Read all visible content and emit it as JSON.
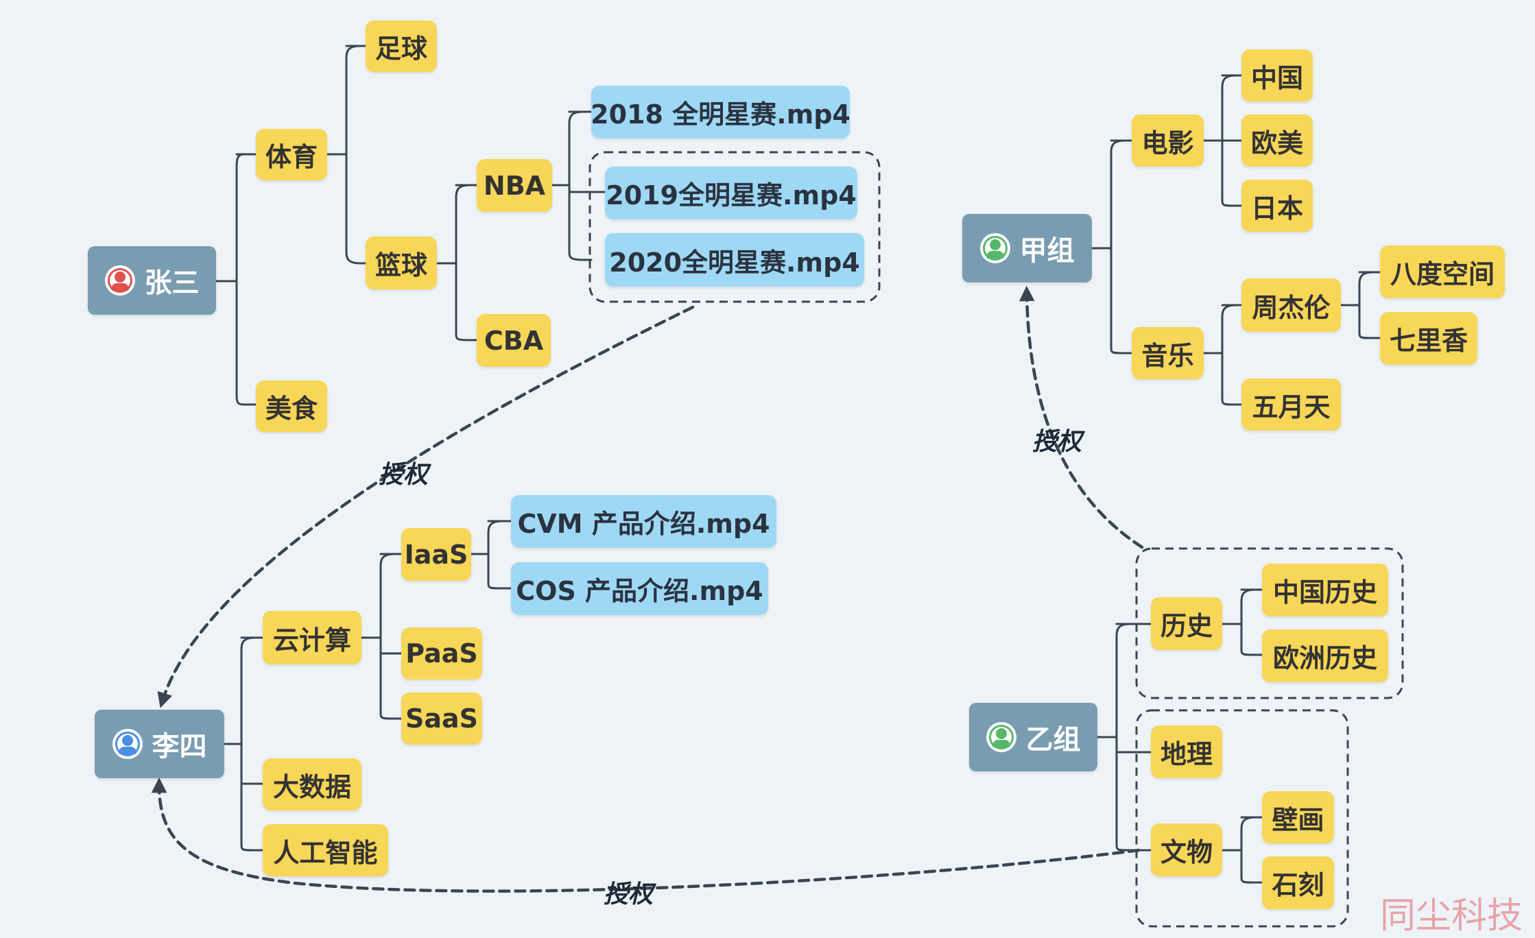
{
  "colors": {
    "topic": "#f8d657",
    "file": "#9fd8f5",
    "root": "#7a9cb1",
    "line": "#3b4452",
    "background": "#eef3f7",
    "user_red": "#e0524e",
    "user_blue": "#4a8fe2",
    "group_green": "#57b86a"
  },
  "roots": {
    "zhangsan": {
      "label": "张三",
      "icon": "user-avatar-icon"
    },
    "lisi": {
      "label": "李四",
      "icon": "user-avatar-icon"
    },
    "jiazu": {
      "label": "甲组",
      "icon": "group-avatar-icon"
    },
    "yizu": {
      "label": "乙组",
      "icon": "group-avatar-icon"
    }
  },
  "zhangsan_tree": {
    "sports": "体育",
    "football": "足球",
    "basketball": "篮球",
    "nba": "NBA",
    "cba": "CBA",
    "food": "美食",
    "files": [
      "2018 全明星赛.mp4",
      "2019全明星赛.mp4",
      "2020全明星赛.mp4"
    ]
  },
  "lisi_tree": {
    "cloud": "云计算",
    "iaas": "IaaS",
    "paas": "PaaS",
    "saas": "SaaS",
    "bigdata": "大数据",
    "ai": "人工智能",
    "files": [
      "CVM 产品介绍.mp4",
      "COS 产品介绍.mp4"
    ]
  },
  "jiazu_tree": {
    "movie": "电影",
    "china": "中国",
    "euam": "欧美",
    "japan": "日本",
    "music": "音乐",
    "jay": "周杰伦",
    "badu": "八度空间",
    "qili": "七里香",
    "mayday": "五月天"
  },
  "yizu_tree": {
    "history": "历史",
    "china_history": "中国历史",
    "europe_history": "欧洲历史",
    "geography": "地理",
    "relics": "文物",
    "mural": "壁画",
    "stone": "石刻"
  },
  "authorize_label": "授权",
  "watermark": "同尘科技"
}
